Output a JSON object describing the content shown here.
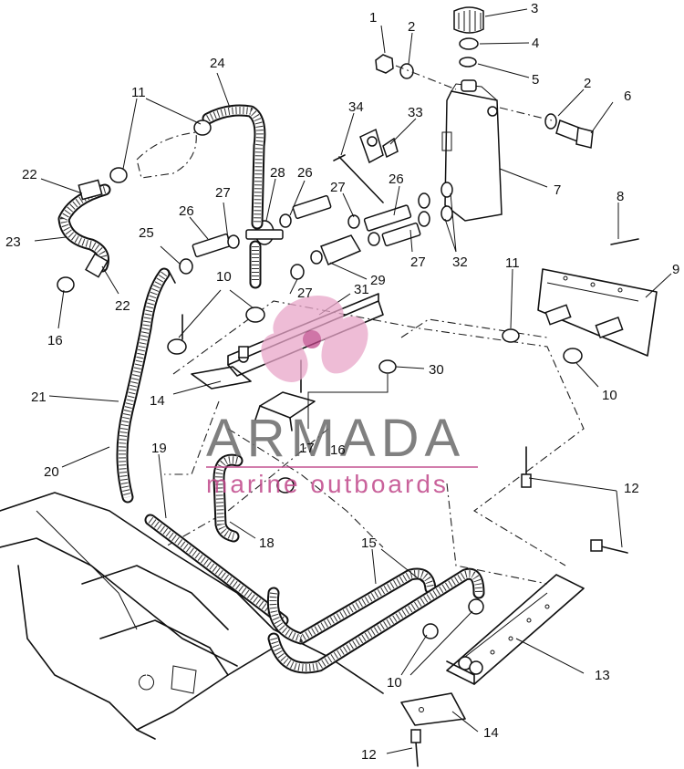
{
  "diagram": {
    "callouts": [
      {
        "id": "c1",
        "text": "1"
      },
      {
        "id": "c2a",
        "text": "2"
      },
      {
        "id": "c3",
        "text": "3"
      },
      {
        "id": "c4",
        "text": "4"
      },
      {
        "id": "c5",
        "text": "5"
      },
      {
        "id": "c2b",
        "text": "2"
      },
      {
        "id": "c6",
        "text": "6"
      },
      {
        "id": "c7",
        "text": "7"
      },
      {
        "id": "c8",
        "text": "8"
      },
      {
        "id": "c9",
        "text": "9"
      },
      {
        "id": "c10a",
        "text": "10"
      },
      {
        "id": "c10b",
        "text": "10"
      },
      {
        "id": "c10c",
        "text": "10"
      },
      {
        "id": "c11a",
        "text": "11"
      },
      {
        "id": "c11b",
        "text": "11"
      },
      {
        "id": "c12a",
        "text": "12"
      },
      {
        "id": "c12b",
        "text": "12"
      },
      {
        "id": "c13",
        "text": "13"
      },
      {
        "id": "c14a",
        "text": "14"
      },
      {
        "id": "c14b",
        "text": "14"
      },
      {
        "id": "c15",
        "text": "15"
      },
      {
        "id": "c16a",
        "text": "16"
      },
      {
        "id": "c16b",
        "text": "16"
      },
      {
        "id": "c17",
        "text": "17"
      },
      {
        "id": "c18",
        "text": "18"
      },
      {
        "id": "c19",
        "text": "19"
      },
      {
        "id": "c20",
        "text": "20"
      },
      {
        "id": "c21",
        "text": "21"
      },
      {
        "id": "c22a",
        "text": "22"
      },
      {
        "id": "c22b",
        "text": "22"
      },
      {
        "id": "c23",
        "text": "23"
      },
      {
        "id": "c24",
        "text": "24"
      },
      {
        "id": "c25",
        "text": "25"
      },
      {
        "id": "c26a",
        "text": "26"
      },
      {
        "id": "c26b",
        "text": "26"
      },
      {
        "id": "c26c",
        "text": "26"
      },
      {
        "id": "c27a",
        "text": "27"
      },
      {
        "id": "c27b",
        "text": "27"
      },
      {
        "id": "c27c",
        "text": "27"
      },
      {
        "id": "c27d",
        "text": "27"
      },
      {
        "id": "c28",
        "text": "28"
      },
      {
        "id": "c29",
        "text": "29"
      },
      {
        "id": "c30",
        "text": "30"
      },
      {
        "id": "c31",
        "text": "31"
      },
      {
        "id": "c32",
        "text": "32"
      },
      {
        "id": "c33",
        "text": "33"
      },
      {
        "id": "c34",
        "text": "34"
      }
    ]
  },
  "watermark": {
    "brand": "ARMADA",
    "tagline": "marine outboards",
    "accent_color": "#c0478a",
    "text_color": "#6b6b6b"
  }
}
